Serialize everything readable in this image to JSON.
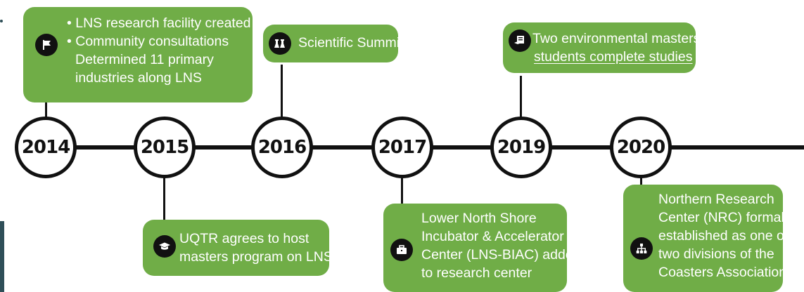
{
  "timeline": {
    "years": [
      "2014",
      "2015",
      "2016",
      "2017",
      "2019",
      "2020"
    ]
  },
  "events": {
    "e2014": {
      "icon": "flag-icon",
      "items": [
        "LNS research facility created",
        "Community consultations"
      ],
      "lines": [
        "Determined 11 primary",
        "industries along LNS"
      ],
      "bullet": "•"
    },
    "e2015": {
      "icon": "graduation-cap-icon",
      "lines": [
        "UQTR agrees to host",
        "masters program on LNS"
      ]
    },
    "e2016": {
      "icon": "lab-flasks-icon",
      "lines": [
        "Scientific Summit"
      ]
    },
    "e2017": {
      "icon": "briefcase-icon",
      "lines": [
        "Lower North Shore",
        "Incubator & Accelerator",
        "Center (LNS-BIAC) added",
        "to research center"
      ]
    },
    "e2019": {
      "icon": "diploma-icon",
      "lines": [
        "Two environmental masters",
        "students complete studies"
      ]
    },
    "e2020": {
      "icon": "org-chart-icon",
      "lines": [
        "Northern Research",
        "Center (NRC) formally",
        "established as one of",
        "two divisions of the",
        "Coasters Association"
      ]
    }
  },
  "colors": {
    "card": "#70ad47",
    "line": "#111111",
    "text": "#ffffff"
  }
}
